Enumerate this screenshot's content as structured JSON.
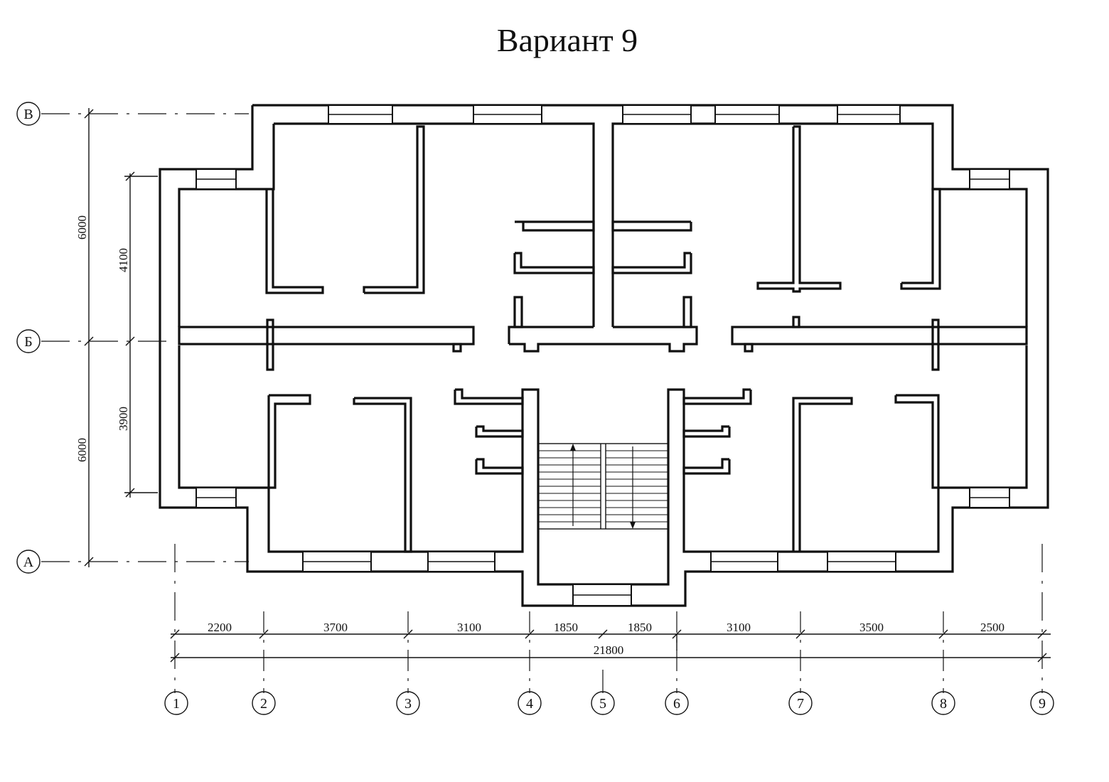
{
  "title": "Вариант 9",
  "axes": {
    "rows": [
      "В",
      "Б",
      "А"
    ],
    "cols": [
      "1",
      "2",
      "3",
      "4",
      "5",
      "6",
      "7",
      "8",
      "9"
    ]
  },
  "dimensions": {
    "bottom_spans": [
      "2200",
      "3700",
      "3100",
      "1850",
      "1850",
      "3100",
      "3500",
      "2500"
    ],
    "total": "21800",
    "left_outer": [
      "6000",
      "6000"
    ],
    "left_inner": [
      "4100",
      "3900"
    ]
  }
}
